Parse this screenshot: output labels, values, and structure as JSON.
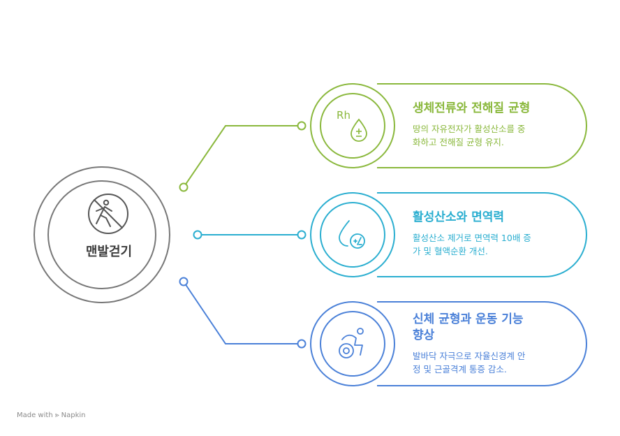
{
  "center": {
    "label": "맨발걷기",
    "icon": "no-walking-icon",
    "color": "#777777"
  },
  "branches": [
    {
      "title": "생체전류와 전해질 균형",
      "description_lines": [
        "땅의 자유전자가 활성산소를 중",
        "화하고 전해질 균형 유지."
      ],
      "icon": "rh-blood-drop-icon",
      "icon_text": "Rh",
      "color": "#8ab83c"
    },
    {
      "title": "활성산소와 면역력",
      "description_lines": [
        "활성산소 제거로 면역력 10배 증",
        "가 및 혈액순환 개선."
      ],
      "icon": "drop-percent-icon",
      "color": "#2aaed0"
    },
    {
      "title_lines": [
        "신체 균형과 운동 기능",
        "향상"
      ],
      "description_lines": [
        "발바닥 자극으로 자율신경계 안",
        "정 및 근골격계 통증 감소."
      ],
      "icon": "accessibility-wheelchair-icon",
      "color": "#4a80d8"
    }
  ],
  "footer": {
    "text": "Made with ⪢ Napkin"
  }
}
